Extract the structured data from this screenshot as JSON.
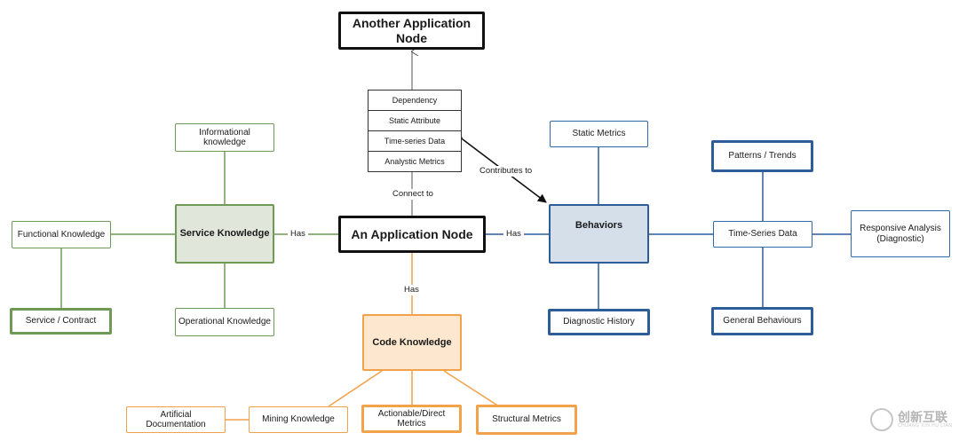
{
  "nodes": {
    "another_app": "Another Application Node",
    "app_node": "An Application Node",
    "service_knowledge": "Service Knowledge",
    "code_knowledge": "Code Knowledge",
    "behaviors": "Behaviors",
    "informational_knowledge": "Informational knowledge",
    "functional_knowledge": "Functional Knowledge",
    "service_contract": "Service / Contract",
    "operational_knowledge": "Operational Knowledge",
    "artificial_documentation": "Artificial Documentation",
    "mining_knowledge": "Mining Knowledge",
    "actionable_metrics": "Actionable/Direct Metrics",
    "structural_metrics": "Structural Metrics",
    "static_metrics": "Static Metrics",
    "diagnostic_history": "Diagnostic History",
    "patterns_trends": "Patterns / Trends",
    "time_series_data": "Time-Series Data",
    "general_behaviours": "General Behaviours",
    "responsive_analysis": "Responsive Analysis (Diagnostic)"
  },
  "attributes": [
    "Dependency",
    "Static Attribute",
    "Time-series Data",
    "Analystic Metrics"
  ],
  "edges": {
    "connect_to": "Connect to",
    "contributes_to": "Contributes to",
    "has_left": "Has",
    "has_right": "Has",
    "has_down": "Has"
  },
  "watermark": {
    "main": "创新互联",
    "sub": "CHUANG XIN HU LIAN"
  },
  "colors": {
    "green": "#6f9a55",
    "blue": "#2c5d99",
    "orange": "#f2a24a",
    "black": "#111111"
  }
}
